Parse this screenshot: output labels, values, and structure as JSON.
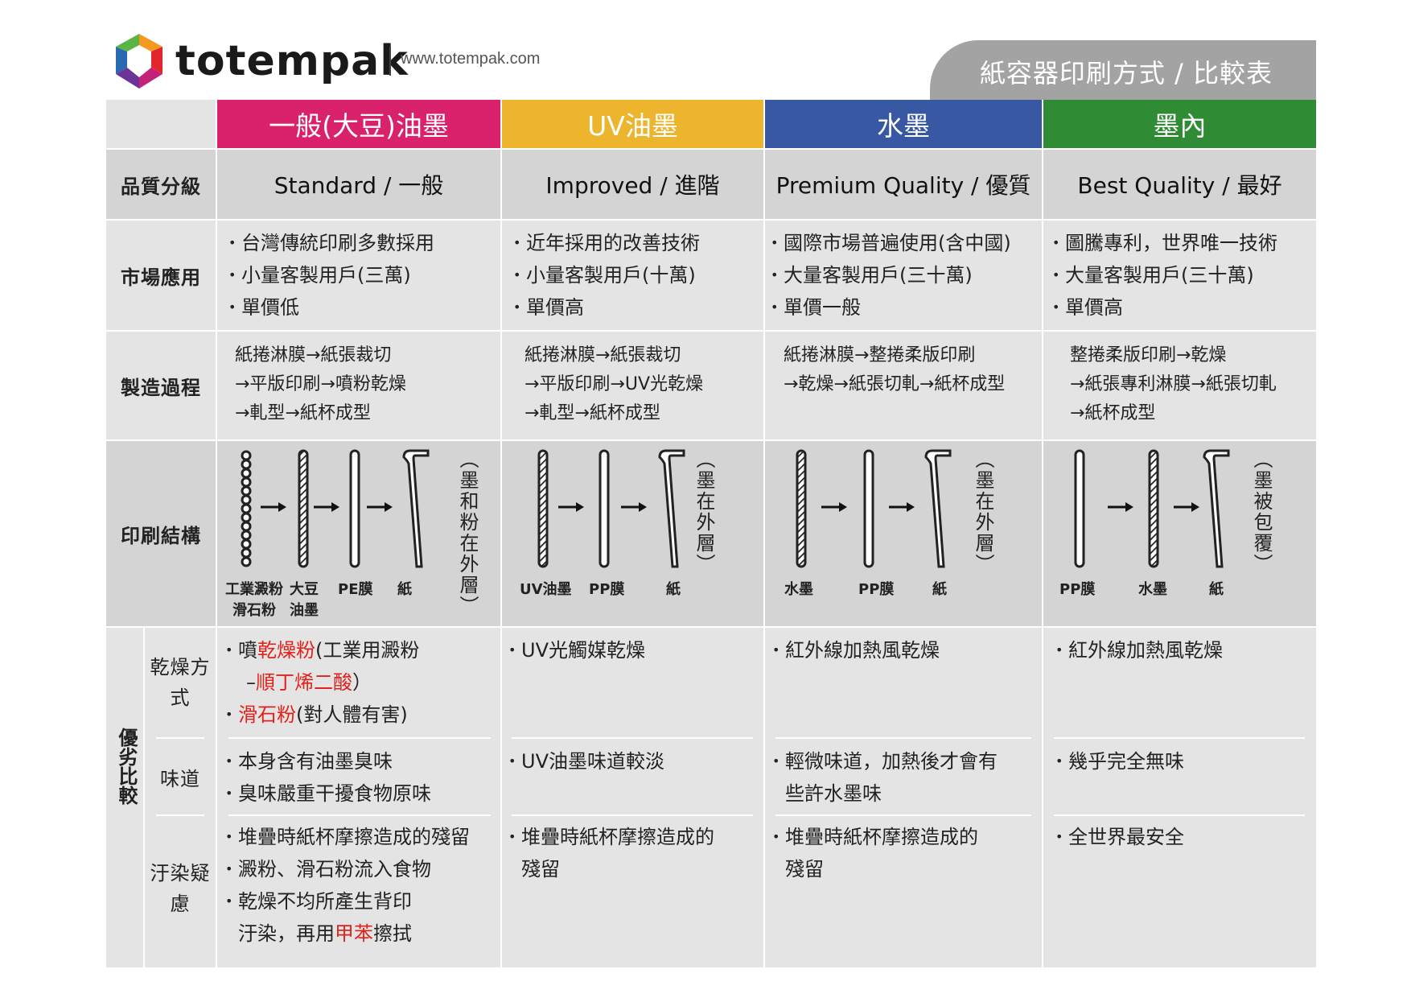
{
  "header": {
    "brand": "totempak",
    "site": "www.totempak.com",
    "title": "紙容器印刷方式 / 比較表",
    "colors": {
      "tab": "#a3a3a3"
    }
  },
  "columns": [
    {
      "name": "一般(大豆)油墨",
      "quality": "Standard / 一般",
      "color": "#d9226b"
    },
    {
      "name": "UV油墨",
      "quality": "Improved / 進階",
      "color": "#edb52e"
    },
    {
      "name": "水墨",
      "quality": "Premium Quality / 優質",
      "color": "#3858a4"
    },
    {
      "name": "墨內",
      "quality": "Best Quality / 最好",
      "color": "#2f8c35"
    }
  ],
  "rows": {
    "quality": "品質分級",
    "market": "市場應用",
    "process": "製造過程",
    "structure": "印刷結構",
    "compare": "優劣比較",
    "drying": "乾燥方式",
    "smell": "味道",
    "pollution": "汙染疑慮"
  },
  "market": [
    [
      "台灣傳統印刷多數採用",
      "小量客製用戶(三萬)",
      "單價低"
    ],
    [
      "近年採用的改善技術",
      "小量客製用戶(十萬)",
      "單價高"
    ],
    [
      "國際市場普遍使用(含中國)",
      "大量客製用戶(三十萬)",
      "單價一般"
    ],
    [
      "圖騰專利，世界唯一技術",
      "大量客製用戶(三十萬)",
      "單價高"
    ]
  ],
  "process": [
    [
      "紙捲淋膜→紙張裁切",
      "→平版印刷→噴粉乾燥",
      "→軋型→紙杯成型"
    ],
    [
      "紙捲淋膜→紙張裁切",
      "→平版印刷→UV光乾燥",
      "→軋型→紙杯成型"
    ],
    [
      "紙捲淋膜→整捲柔版印刷",
      "→乾燥→紙張切軋→紙杯成型"
    ],
    [
      "整捲柔版印刷→乾燥",
      "→紙張專利淋膜→紙張切軋",
      "→紙杯成型"
    ]
  ],
  "structure": [
    {
      "note": "（墨和粉在外層）",
      "labels": [
        "工業澱粉",
        "滑石粉",
        "大豆",
        "油墨",
        "PE膜",
        "紙"
      ]
    },
    {
      "note": "（墨在外層）",
      "labels": [
        "UV油墨",
        "PP膜",
        "紙"
      ]
    },
    {
      "note": "（墨在外層）",
      "labels": [
        "水墨",
        "PP膜",
        "紙"
      ]
    },
    {
      "note": "（墨被包覆）",
      "labels": [
        "PP膜",
        "水墨",
        "紙"
      ]
    }
  ],
  "drying": {
    "c1": {
      "a_pre": "噴",
      "a_red": "乾燥粉",
      "a_post": "(工業用澱粉",
      "b_pre": "–",
      "b_red": "順丁烯二酸",
      "b_post": "）",
      "c_red": "滑石粉",
      "c_post": "(對人體有害)"
    },
    "c2": "UV光觸媒乾燥",
    "c3": "紅外線加熱風乾燥",
    "c4": "紅外線加熱風乾燥"
  },
  "smell": [
    [
      "本身含有油墨臭味",
      "臭味嚴重干擾食物原味"
    ],
    [
      "UV油墨味道較淡"
    ],
    [
      "輕微味道，加熱後才會有",
      "些許水墨味"
    ],
    [
      "幾乎完全無味"
    ]
  ],
  "pollution": {
    "c1": {
      "a": "堆疊時紙杯摩擦造成的殘留",
      "b": "澱粉、滑石粉流入食物",
      "c": "乾燥不均所產生背印",
      "d_pre": "汙染，再用",
      "d_red": "甲苯",
      "d_post": "擦拭"
    },
    "c2": [
      "堆疊時紙杯摩擦造成的",
      "殘留"
    ],
    "c3": [
      "堆疊時紙杯摩擦造成的",
      "殘留"
    ],
    "c4": [
      "全世界最安全"
    ]
  }
}
